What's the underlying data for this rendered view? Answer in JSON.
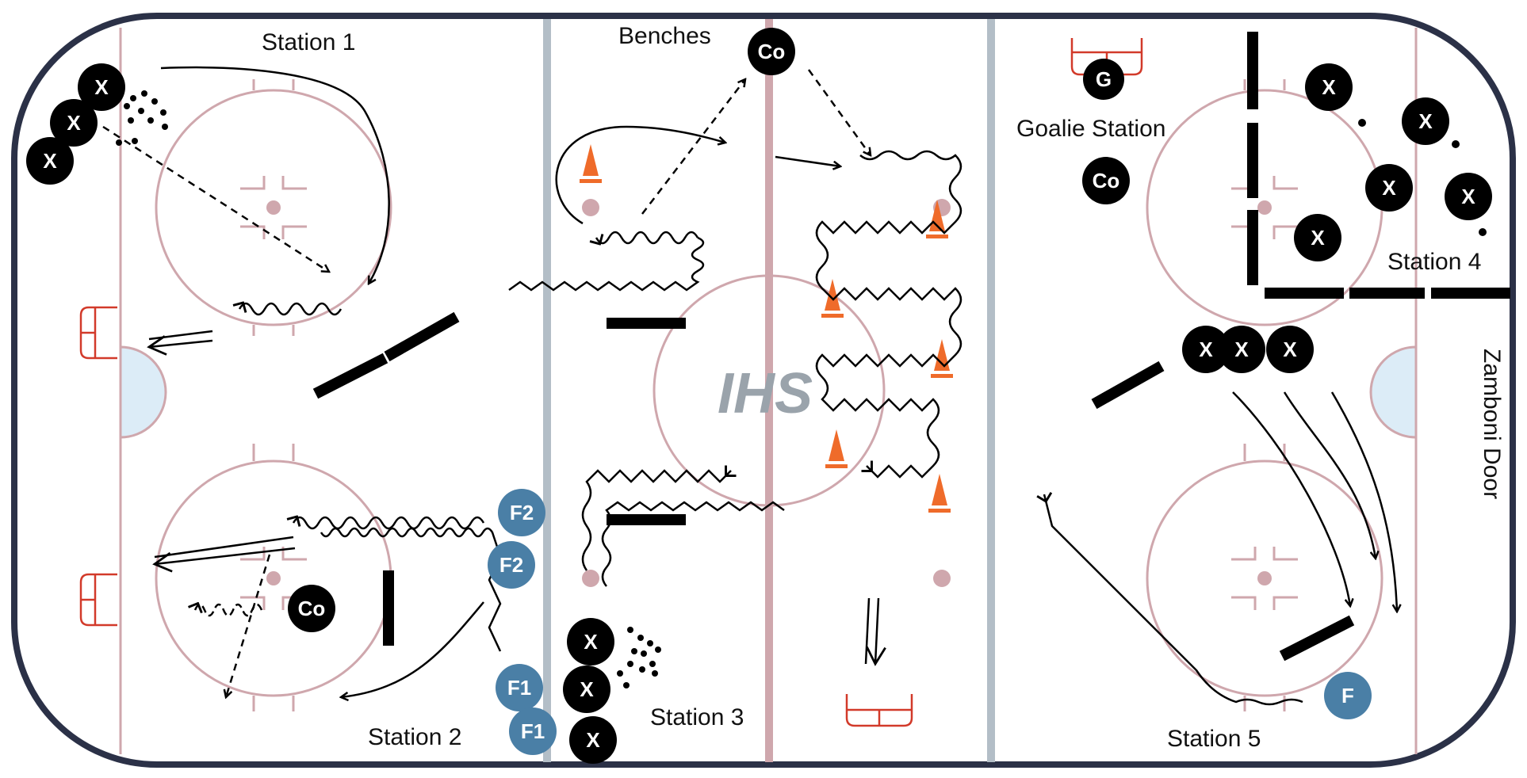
{
  "labels": {
    "station1": "Station 1",
    "station2": "Station 2",
    "station3": "Station 3",
    "station4": "Station 4",
    "station5": "Station 5",
    "benches": "Benches",
    "goalie_station": "Goalie Station",
    "zamboni_door": "Zamboni Door"
  },
  "logo": "IHS",
  "tokens": {
    "player": "X",
    "coach": "Co",
    "goalie": "G",
    "f1": "F1",
    "f2": "F2",
    "f": "F"
  },
  "colors": {
    "board": "#2b3147",
    "blue_line": "#b3bec7",
    "red_line": "#cfa7ad",
    "circle": "#cfa7ad",
    "crease": "#dcecf7",
    "net": "#d23a2a",
    "cone": "#ef6b2a",
    "player_token": "#000000",
    "forward_token": "#4a7fa6"
  }
}
